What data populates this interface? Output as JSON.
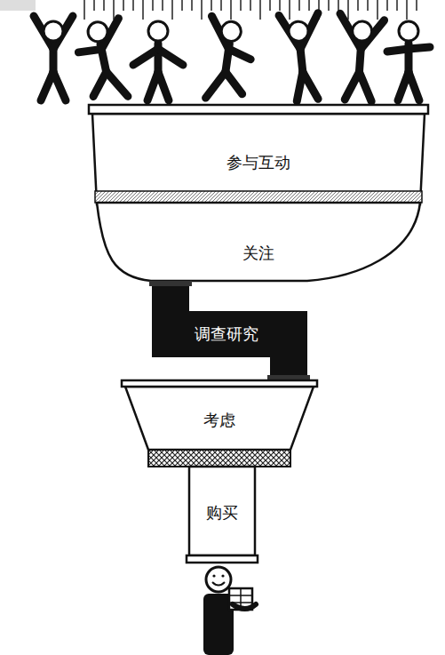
{
  "diagram": {
    "nodes": [
      {
        "text": [
          "参与互动"
        ]
      },
      {
        "text": [
          "关注"
        ]
      },
      {
        "text": [
          "调查研究"
        ]
      },
      {
        "text": [
          "考虑"
        ]
      },
      {
        "text": [
          "购买"
        ]
      }
    ]
  }
}
